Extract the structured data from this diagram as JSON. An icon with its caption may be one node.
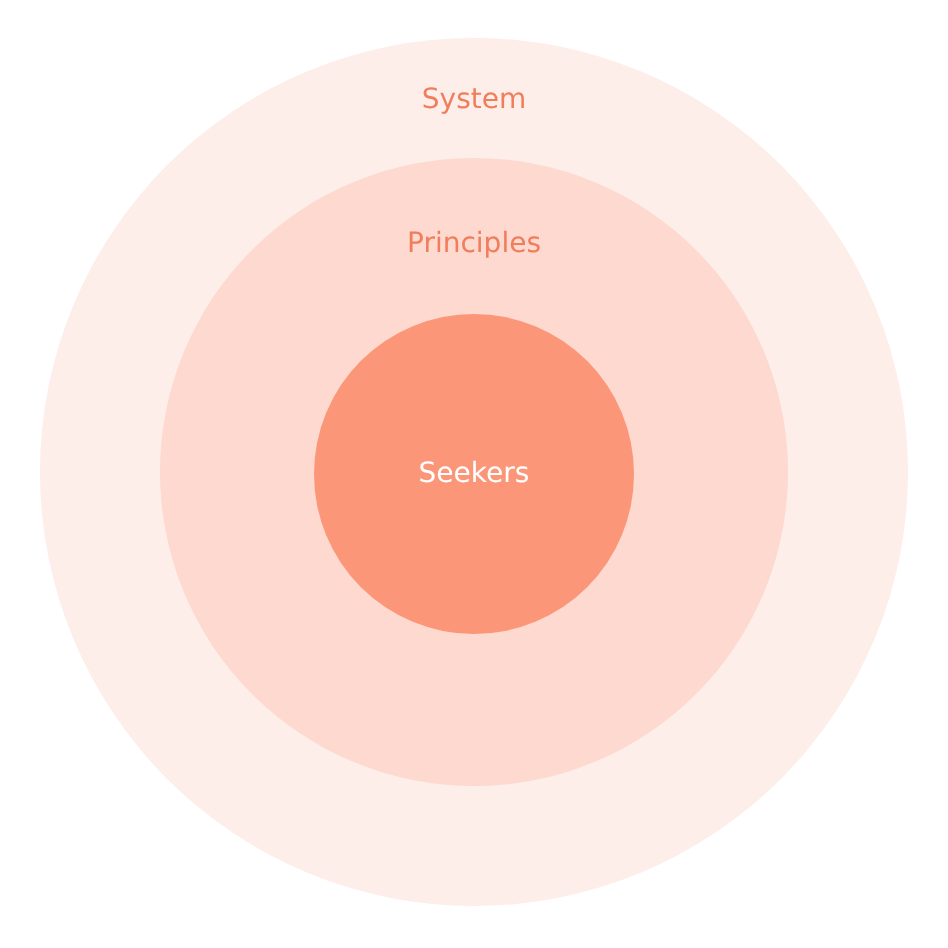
{
  "diagram": {
    "nodes": [
      {
        "text": [
          "System"
        ]
      },
      {
        "text": [
          "Principles"
        ],
        "in": 0
      },
      {
        "text": [
          "Seekers"
        ],
        "in": 1
      }
    ]
  }
}
